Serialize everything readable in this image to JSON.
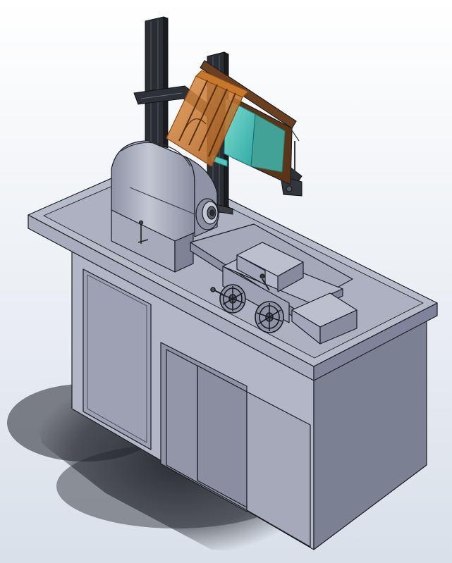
{
  "viewport": {
    "background_top": "#ffffff",
    "background_bottom": "#d9e0ea"
  },
  "model": {
    "colors": {
      "body_light": "#b9bccb",
      "body_mid": "#9fa3b4",
      "body_dark": "#7a7e90",
      "body_darker": "#626677",
      "edge": "#1c1d24",
      "column": "#2b2d34",
      "amber_shield": "#c8782b",
      "amber_dark": "#8e4c12",
      "cyan_glass": "#4fc7bf",
      "cyan_dark": "#1e8c86",
      "frame_brown": "#6a4020",
      "shadow": "#2a2c33"
    },
    "parts": [
      "workbench-tabletop",
      "cabinet-base",
      "left-cabinet-door",
      "center-cabinet-panels",
      "spindle-headstock",
      "spindle-chuck",
      "tool-carriage",
      "handwheel-left",
      "handwheel-right",
      "tailstock-block",
      "vertical-column-rear",
      "vertical-column-front",
      "crossbar-arm",
      "amber-shield-plate",
      "cyan-glass-window",
      "window-frame"
    ]
  }
}
